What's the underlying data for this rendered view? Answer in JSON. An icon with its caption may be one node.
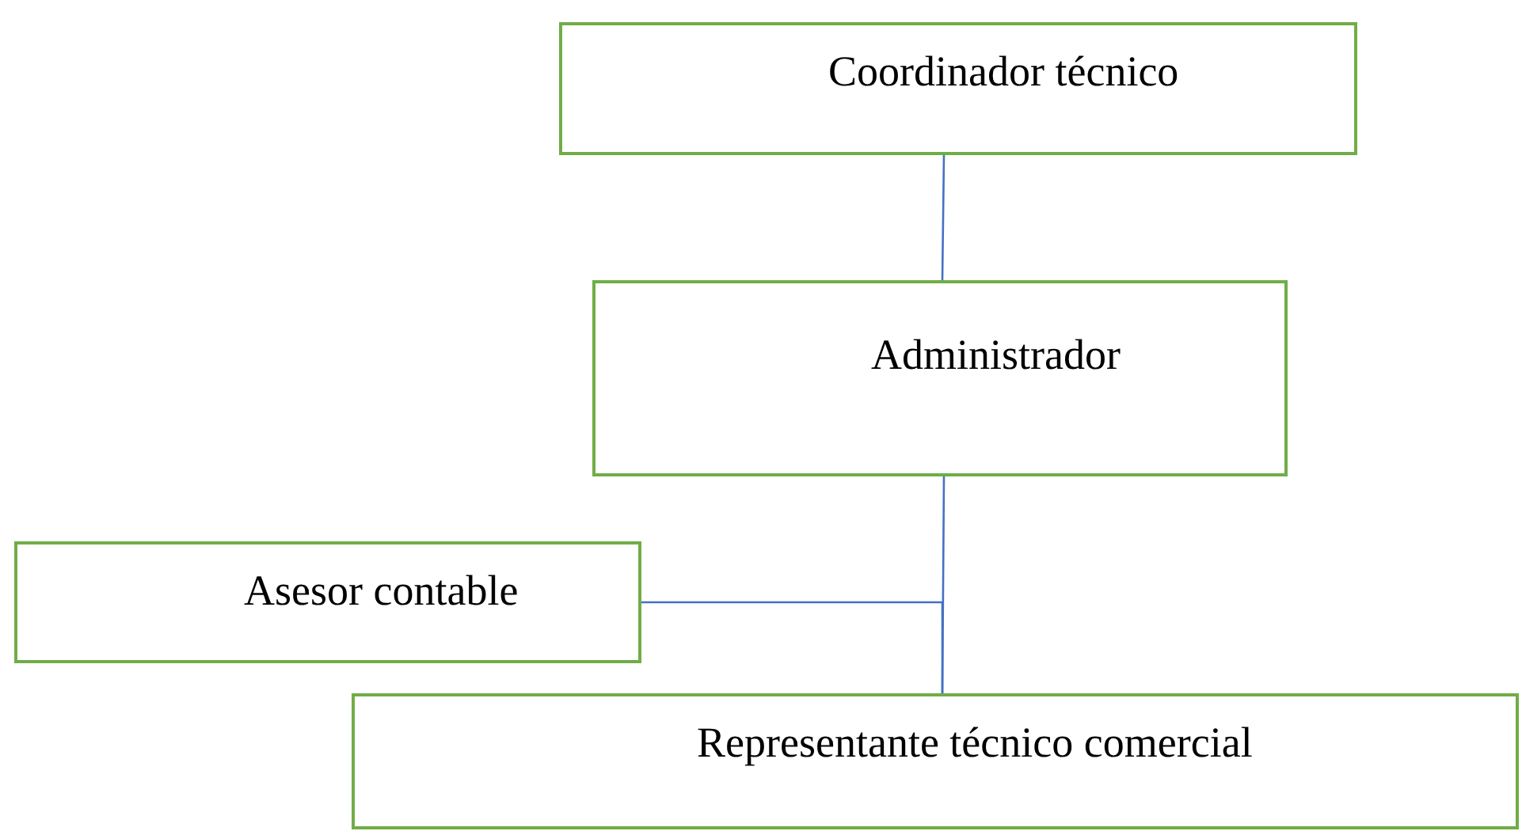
{
  "diagram": {
    "nodes": [
      {
        "text": [
          "Coordinador técnico"
        ]
      },
      {
        "text": [
          "Administrador"
        ]
      },
      {
        "text": [
          "Asesor contable"
        ]
      },
      {
        "text": [
          "Representante técnico comercial"
        ]
      }
    ],
    "edges": [
      {
        "from": 0,
        "to": 1,
        "arrow": "none"
      },
      {
        "from": 1,
        "to": 3,
        "arrow": "none"
      },
      {
        "from": 2,
        "to": 3,
        "arrow": "none"
      }
    ]
  }
}
